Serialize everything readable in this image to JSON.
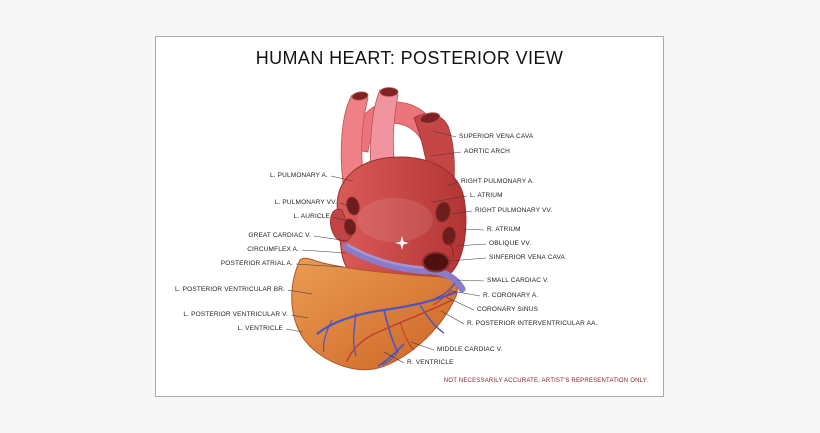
{
  "page": {
    "title": "HUMAN HEART: POSTERIOR VIEW",
    "disclaimer": "NOT NECESSARILY ACCURATE. ARTIST'S REPRESENTATION ONLY."
  },
  "labels": {
    "right": [
      {
        "text": "SUPERIOR VENA CAVA"
      },
      {
        "text": "AORTIC ARCH"
      },
      {
        "text": "RIGHT PULMONARY A."
      },
      {
        "text": "L. ATRIUM"
      },
      {
        "text": "RIGHT PULMONARY VV."
      },
      {
        "text": "R. ATRIUM"
      },
      {
        "text": "OBLIQUE VV."
      },
      {
        "text": "SINFERIOR VENA CAVA"
      },
      {
        "text": "SMALL CARDIAC V."
      },
      {
        "text": "R. CORONARY A."
      },
      {
        "text": "CORONARY SINUS"
      },
      {
        "text": "R. POSTERIOR INTERVENTRICULAR AA."
      },
      {
        "text": "MIDDLE CARDIAC V."
      },
      {
        "text": "R. VENTRICLE"
      }
    ],
    "left": [
      {
        "text": "L. PULMONARY A."
      },
      {
        "text": "L. PULMONARY VV."
      },
      {
        "text": "L. AURICLE"
      },
      {
        "text": "GREAT CARDIAC V."
      },
      {
        "text": "CIRCUMFLEX A."
      },
      {
        "text": "POSTERIOR ATRIAL A."
      },
      {
        "text": "L. POSTERIOR VENTRICULAR BR."
      },
      {
        "text": "L. POSTERIOR VENTRICULAR V."
      },
      {
        "text": "L. VENTRICLE"
      }
    ]
  },
  "colors": {
    "label": "#222222",
    "disclaimer": "#7d1f28",
    "heart_red": "#c7403f",
    "vessel_pink": "#ef8186",
    "ventricle_orange": "#dd7a33",
    "coronary_sinus_purple": "#8a7cc8",
    "vein_blue": "#4a55c4",
    "artery_red": "#bf3a2e"
  }
}
